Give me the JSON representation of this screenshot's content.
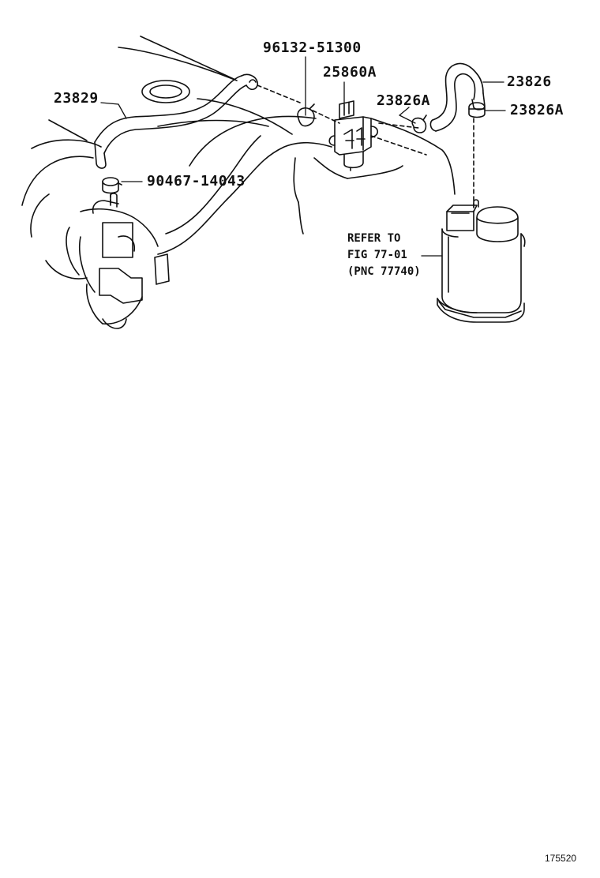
{
  "part_labels": {
    "p1": "96132-51300",
    "p2": "25860A",
    "p3": "23829",
    "p4": "23826A",
    "p5": "23826",
    "p6": "23826A",
    "p7": "90467-14043"
  },
  "reference_note": {
    "line1": "REFER TO",
    "line2": "FIG 77-01",
    "line3": "(PNC 77740)"
  },
  "illustration_number": "175520",
  "colors": {
    "ink": "#111111",
    "paper": "#ffffff"
  }
}
